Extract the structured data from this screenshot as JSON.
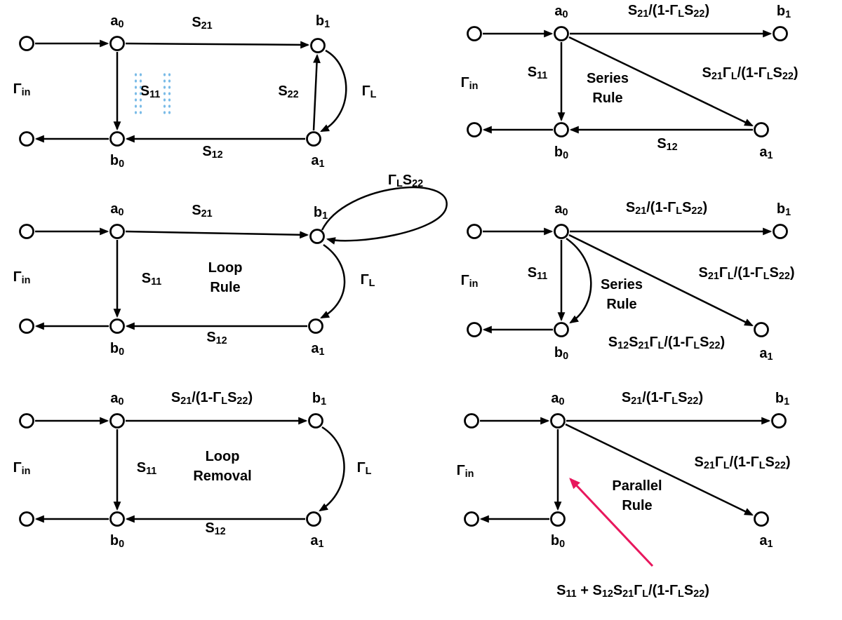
{
  "colors": {
    "background": "#ffffff",
    "ink": "#000000",
    "highlight_arrow": "#e8175d",
    "selection_marks": "#6cb4e4"
  },
  "nodes": {
    "a0": "a_{0}",
    "b1": "b_{1}",
    "b0": "b_{0}",
    "a1": "a_{1}"
  },
  "terms": {
    "gamma_in": "Γ_{in}",
    "s11": "S_{11}",
    "s12": "S_{12}",
    "s21": "S_{21}",
    "s22": "S_{22}",
    "gamma_l": "Γ_{L}",
    "loop_gain": "Γ_{L}S_{22}",
    "s21_combined": "S_{21}/(1-Γ_{L}S_{22})",
    "s21_gamma_combined": "S_{21}Γ_{L}/(1-Γ_{L}S_{22})",
    "series_combined": "S_{12}S_{21}Γ_{L}/(1-Γ_{L}S_{22})",
    "parallel_combined": "S_{11} + S_{12}S_{21}Γ_{L}/(1-Γ_{L}S_{22})"
  },
  "rules": {
    "series": {
      "line1": "Series",
      "line2": "Rule"
    },
    "loop": {
      "line1": "Loop",
      "line2": "Rule"
    },
    "loop_removal": {
      "line1": "Loop",
      "line2": "Removal"
    },
    "parallel": {
      "line1": "Parallel",
      "line2": "Rule"
    }
  }
}
